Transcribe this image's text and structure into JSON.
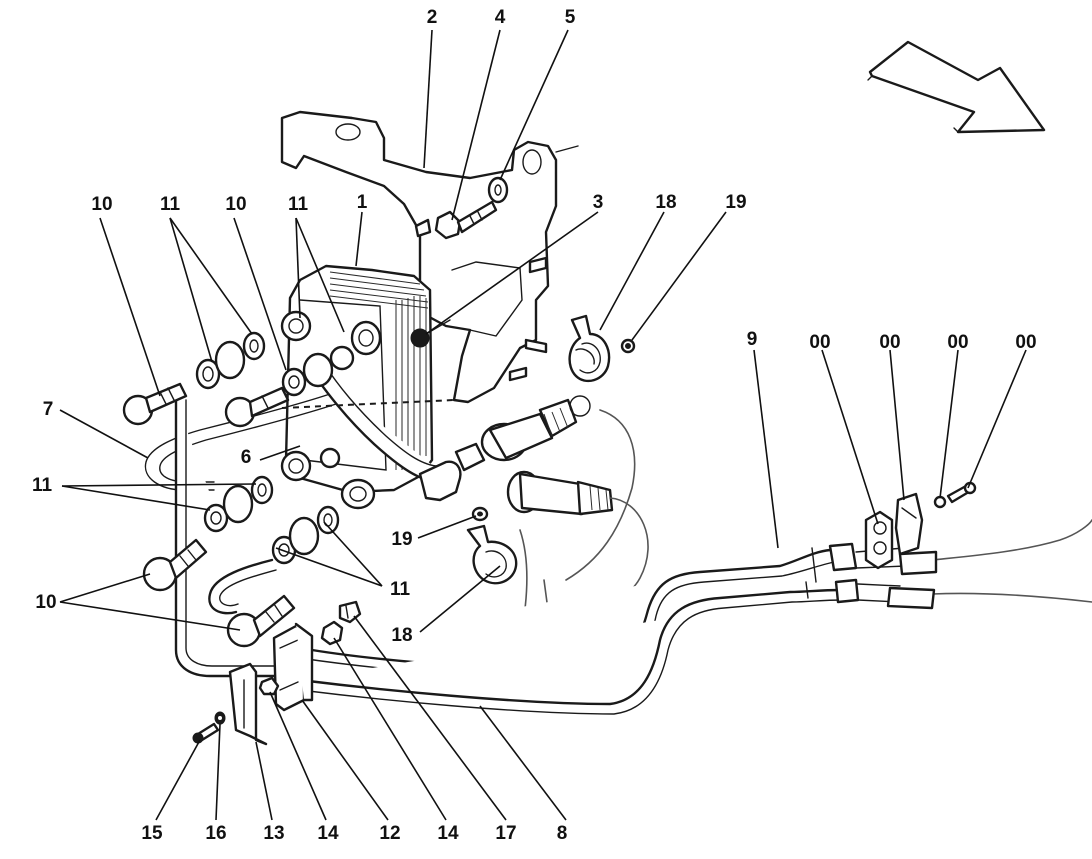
{
  "callouts": {
    "c1": "1",
    "c2": "2",
    "c3": "3",
    "c4": "4",
    "c5": "5",
    "c6": "6",
    "c7": "7",
    "c8": "8",
    "c9": "9",
    "c10a": "10",
    "c10b": "10",
    "c10c": "10",
    "c11a": "11",
    "c11b": "11",
    "c11c": "11",
    "c11d": "11",
    "c12": "12",
    "c13": "13",
    "c14a": "14",
    "c14b": "14",
    "c15": "15",
    "c16": "16",
    "c17": "17",
    "c18a": "18",
    "c18b": "18",
    "c19a": "19",
    "c19b": "19",
    "c00a": "00",
    "c00b": "00",
    "c00c": "00",
    "c00d": "00"
  },
  "icons": {
    "direction_arrow": "forward-direction-arrow-icon"
  }
}
